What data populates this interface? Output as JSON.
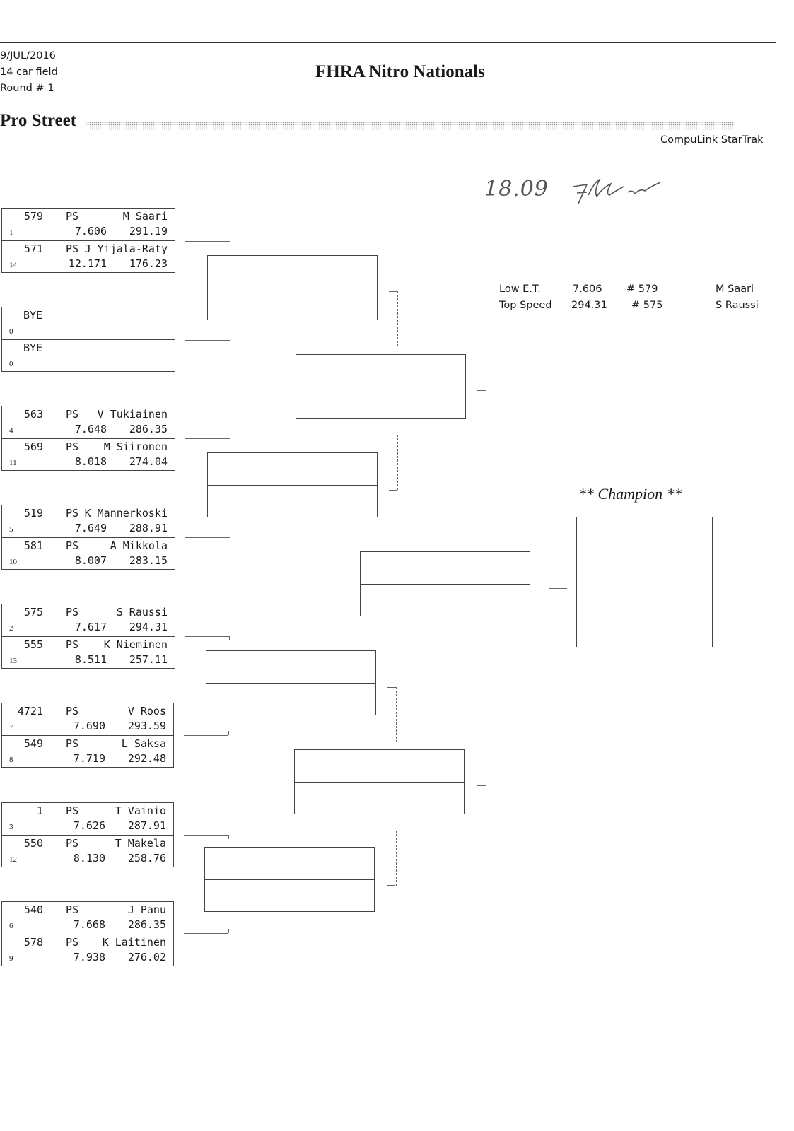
{
  "header": {
    "date": "9/JUL/2016",
    "field": "14 car field",
    "round": "Round # 1",
    "event_title": "FHRA Nitro Nationals",
    "class_title": "Pro Street",
    "vendor": "CompuLink StarTrak",
    "handwritten_note": "18.09",
    "signature_icon": "signature-scrawl"
  },
  "first_round": [
    {
      "top": {
        "car": "579",
        "class": "PS",
        "name": "M Saari",
        "seed": "1",
        "et": "7.606",
        "speed": "291.19"
      },
      "bottom": {
        "car": "571",
        "class": "PS",
        "name": "J Yijala-Raty",
        "seed": "14",
        "et": "12.171",
        "speed": "176.23"
      }
    },
    {
      "top": {
        "car": "BYE",
        "class": "",
        "name": "",
        "seed": "0",
        "et": "",
        "speed": ""
      },
      "bottom": {
        "car": "BYE",
        "class": "",
        "name": "",
        "seed": "0",
        "et": "",
        "speed": ""
      }
    },
    {
      "top": {
        "car": "563",
        "class": "PS",
        "name": "V Tukiainen",
        "seed": "4",
        "et": "7.648",
        "speed": "286.35"
      },
      "bottom": {
        "car": "569",
        "class": "PS",
        "name": "M Siironen",
        "seed": "11",
        "et": "8.018",
        "speed": "274.04"
      }
    },
    {
      "top": {
        "car": "519",
        "class": "PS",
        "name": "K Mannerkoski",
        "seed": "5",
        "et": "7.649",
        "speed": "288.91"
      },
      "bottom": {
        "car": "581",
        "class": "PS",
        "name": "A Mikkola",
        "seed": "10",
        "et": "8.007",
        "speed": "283.15"
      }
    },
    {
      "top": {
        "car": "575",
        "class": "PS",
        "name": "S Raussi",
        "seed": "2",
        "et": "7.617",
        "speed": "294.31"
      },
      "bottom": {
        "car": "555",
        "class": "PS",
        "name": "K Nieminen",
        "seed": "13",
        "et": "8.511",
        "speed": "257.11"
      }
    },
    {
      "top": {
        "car": "4721",
        "class": "PS",
        "name": "V Roos",
        "seed": "7",
        "et": "7.690",
        "speed": "293.59"
      },
      "bottom": {
        "car": "549",
        "class": "PS",
        "name": "L Saksa",
        "seed": "8",
        "et": "7.719",
        "speed": "292.48"
      }
    },
    {
      "top": {
        "car": "1",
        "class": "PS",
        "name": "T Vainio",
        "seed": "3",
        "et": "7.626",
        "speed": "287.91"
      },
      "bottom": {
        "car": "550",
        "class": "PS",
        "name": "T Makela",
        "seed": "12",
        "et": "8.130",
        "speed": "258.76"
      }
    },
    {
      "top": {
        "car": "540",
        "class": "PS",
        "name": "J Panu",
        "seed": "6",
        "et": "7.668",
        "speed": "286.35"
      },
      "bottom": {
        "car": "578",
        "class": "PS",
        "name": "K Laitinen",
        "seed": "9",
        "et": "7.938",
        "speed": "276.02"
      }
    }
  ],
  "stats": {
    "low_et": {
      "label": "Low  E.T.",
      "value": "7.606",
      "car": "# 579",
      "name": "M Saari"
    },
    "top_speed": {
      "label": "Top Speed",
      "value": "294.31",
      "car": "# 575",
      "name": "S Raussi"
    }
  },
  "champion": {
    "label": "** Champion **"
  }
}
